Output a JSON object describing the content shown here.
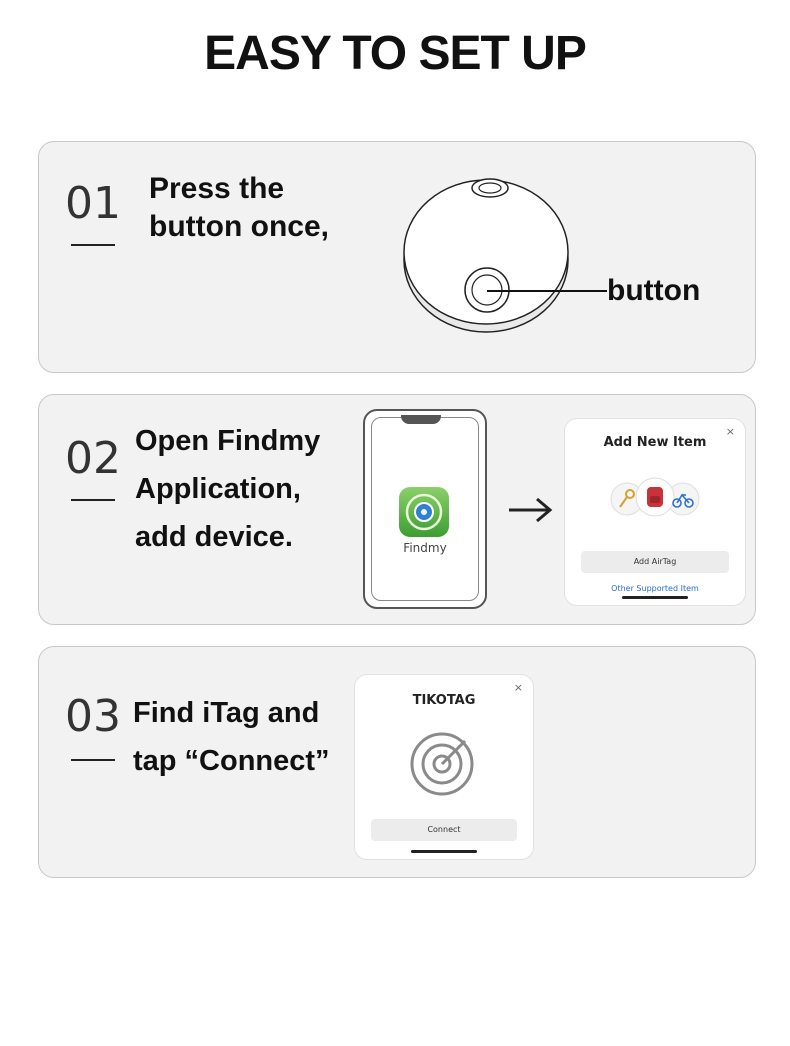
{
  "title": "EASY TO SET UP",
  "steps": [
    {
      "number": "01",
      "lines": [
        "Press the",
        "button once,"
      ],
      "callout": "button"
    },
    {
      "number": "02",
      "lines": [
        "Open Findmy",
        "Application,",
        "add device."
      ],
      "app_label": "Findmy",
      "card": {
        "title": "Add New Item",
        "close": "×",
        "button": "Add AirTag",
        "link": "Other Supported Item"
      }
    },
    {
      "number": "03",
      "lines": [
        "Find iTag and",
        "tap “Connect”"
      ],
      "card": {
        "title": "TIKOTAG",
        "close": "×",
        "button": "Connect"
      }
    }
  ],
  "icons": {
    "tag": "tracker-tag-icon",
    "app": "findmy-app-icon",
    "arrow": "arrow-right-icon",
    "key": "key-icon",
    "backpack": "backpack-icon",
    "bike": "bicycle-icon",
    "radar": "radar-icon"
  },
  "colors": {
    "panel": "#f2f2f2",
    "panel_border": "#c8c8c8",
    "app_green": "#3d9e32",
    "link_blue": "#2a6cd6",
    "backpack_red": "#c8323a",
    "key_gold": "#d8a22a",
    "bike_blue": "#2f6fd0"
  }
}
